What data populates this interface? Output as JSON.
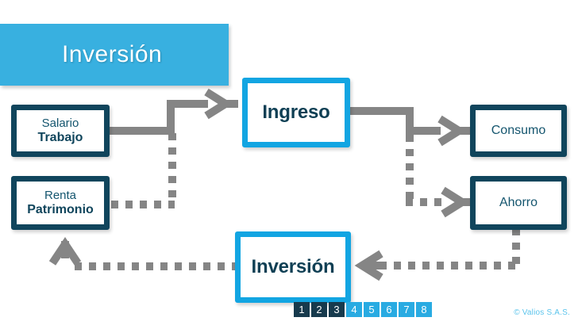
{
  "slide": {
    "title": "Inversión",
    "copyright": "© Valios S.A.S."
  },
  "colors": {
    "banner_blue": "#38b0e0",
    "accent_blue": "#12a5e2",
    "dark_teal": "#10455c",
    "text_teal": "#14556e",
    "connector_gray": "#858585",
    "pager_past": "#173a4d",
    "pager_future": "#29abe2"
  },
  "nodes": {
    "salario": {
      "line1": "Salario",
      "line2": "Trabajo"
    },
    "renta": {
      "line1": "Renta",
      "line2": "Patrimonio"
    },
    "ingreso": {
      "label": "Ingreso"
    },
    "consumo": {
      "label": "Consumo"
    },
    "ahorro": {
      "label": "Ahorro"
    },
    "inversion": {
      "label": "Inversión"
    }
  },
  "pagination": {
    "items": [
      {
        "label": "1",
        "state": "past"
      },
      {
        "label": "2",
        "state": "past"
      },
      {
        "label": "3",
        "state": "past"
      },
      {
        "label": "4",
        "state": "future"
      },
      {
        "label": "5",
        "state": "future"
      },
      {
        "label": "6",
        "state": "future"
      },
      {
        "label": "7",
        "state": "future"
      },
      {
        "label": "8",
        "state": "future"
      }
    ]
  },
  "flow": {
    "edges": [
      {
        "from": "salario",
        "to": "ingreso",
        "style": "solid"
      },
      {
        "from": "renta",
        "to": "ingreso",
        "style": "dotted"
      },
      {
        "from": "ingreso",
        "to": "consumo",
        "style": "solid"
      },
      {
        "from": "ingreso",
        "to": "ahorro",
        "style": "dotted"
      },
      {
        "from": "ahorro",
        "to": "inversion",
        "style": "dotted"
      },
      {
        "from": "inversion",
        "to": "renta",
        "style": "dotted"
      }
    ]
  }
}
